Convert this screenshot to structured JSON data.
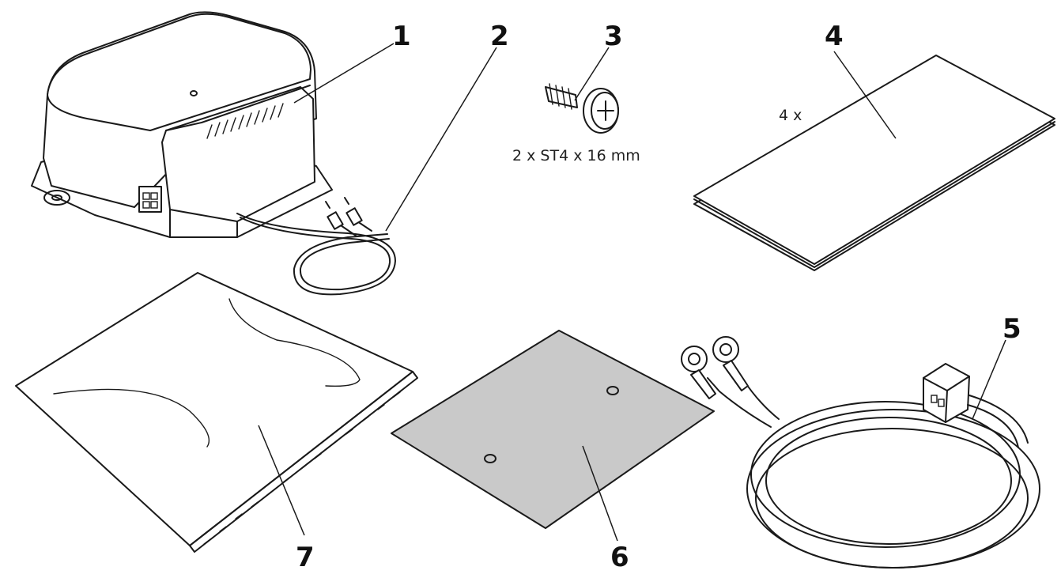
{
  "callouts": {
    "c1": "1",
    "c2": "2",
    "c3": "3",
    "c4": "4",
    "c5": "5",
    "c6": "6",
    "c7": "7"
  },
  "notes": {
    "screw_spec": "2 x ST4 x 16 mm",
    "pad_qty": "4 x"
  },
  "colors": {
    "line": "#1a1a1a",
    "plate_fill": "#c9c9c9",
    "background": "#ffffff"
  }
}
